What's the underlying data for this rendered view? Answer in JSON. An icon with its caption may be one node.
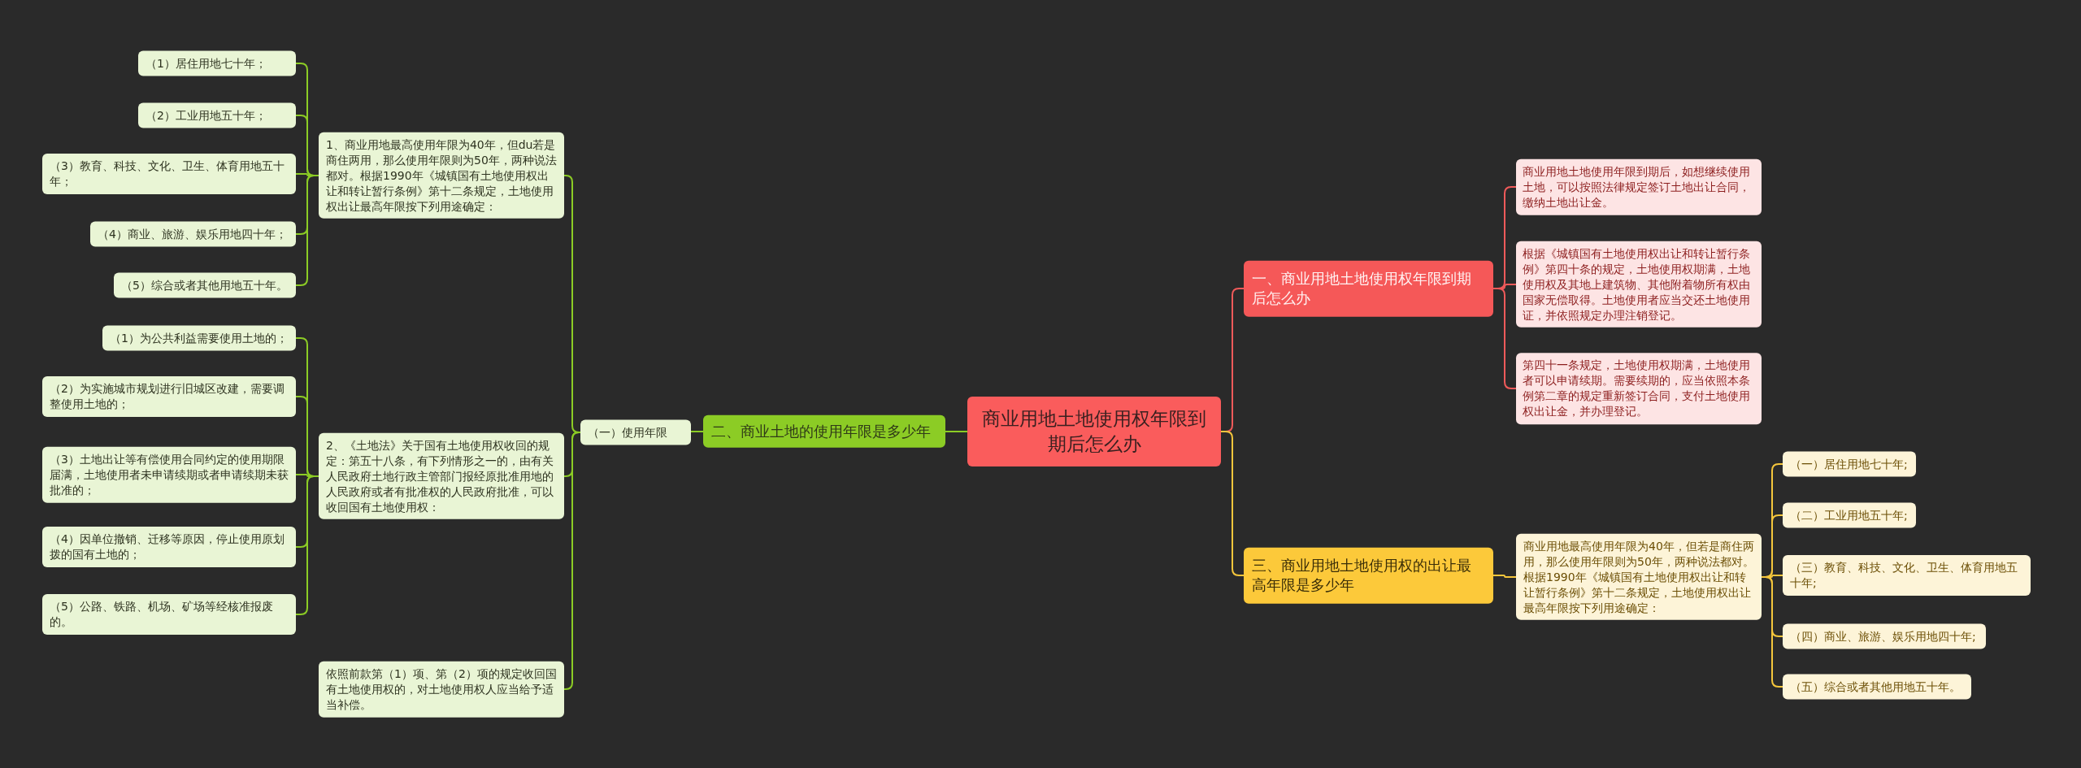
{
  "diagram": {
    "nodes": [
      {
        "text": [
          "商业用地土地使用权年限到期后怎么办"
        ]
      },
      {
        "text": [
          "一、商业用地土地使用权年限到期后怎么办"
        ]
      },
      {
        "text": [
          "商业用地土地使用年限到期后，如想继续使用土地，可以按照法律规定签订土地出让合同，缴纳土地出让金。"
        ]
      },
      {
        "text": [
          "根据《城镇国有土地使用权出让和转让暂行条例》第四十条的规定，土地使用权期满，土地使用权及其地上建筑物、其他附着物所有权由国家无偿取得。土地使用者应当交还土地使用证，并依照规定办理注销登记。"
        ]
      },
      {
        "text": [
          "第四十一条规定，土地使用权期满，土地使用者可以申请续期。需要续期的，应当依照本条例第二章的规定重新签订合同，支付土地使用权出让金，并办理登记。"
        ]
      },
      {
        "text": [
          "二、商业土地的使用年限是多少年"
        ]
      },
      {
        "text": [
          "（一）使用年限"
        ]
      },
      {
        "text": [
          "1、商业用地最高使用年限为40年，但du若是商住两用，那么使用年限则为50年，两种说法都对。根据1990年《城镇国有土地使用权出让和转让暂行条例》第十二条规定，土地使用权出让最高年限按下列用途确定："
        ]
      },
      {
        "text": [
          "（1）居住用地七十年；"
        ]
      },
      {
        "text": [
          "（2）工业用地五十年；"
        ]
      },
      {
        "text": [
          "（3）教育、科技、文化、卫生、体育用地五十年；"
        ]
      },
      {
        "text": [
          "（4）商业、旅游、娱乐用地四十年；"
        ]
      },
      {
        "text": [
          "（5）综合或者其他用地五十年。"
        ]
      },
      {
        "text": [
          "2、《土地法》关于国有土地使用权收回的规定：第五十八条，有下列情形之一的，由有关人民政府土地行政主管部门报经原批准用地的人民政府或者有批准权的人民政府批准，可以收回国有土地使用权："
        ]
      },
      {
        "text": [
          "（1）为公共利益需要使用土地的；"
        ]
      },
      {
        "text": [
          "（2）为实施城市规划进行旧城区改建，需要调整使用土地的；"
        ]
      },
      {
        "text": [
          "（3）土地出让等有偿使用合同约定的使用期限届满，土地使用者未申请续期或者申请续期未获批准的；"
        ]
      },
      {
        "text": [
          "（4）因单位撤销、迁移等原因，停止使用原划拨的国有土地的；"
        ]
      },
      {
        "text": [
          "（5）公路、铁路、机场、矿场等经核准报废的。"
        ]
      },
      {
        "text": [
          "依照前款第（1）项、第（2）项的规定收回国有土地使用权的，对土地使用权人应当给予适当补偿。"
        ]
      },
      {
        "text": [
          "三、商业用地土地使用权的出让最高年限是多少年"
        ]
      },
      {
        "text": [
          "商业用地最高使用年限为40年，但若是商住两用，那么使用年限则为50年，两种说法都对。根据1990年《城镇国有土地使用权出让和转让暂行条例》第十二条规定，土地使用权出让最高年限按下列用途确定："
        ]
      },
      {
        "text": [
          "（一）居住用地七十年;"
        ]
      },
      {
        "text": [
          "（二）工业用地五十年;"
        ]
      },
      {
        "text": [
          "（三）教育、科技、文化、卫生、体育用地五十年;"
        ]
      },
      {
        "text": [
          "（四）商业、旅游、娱乐用地四十年;"
        ]
      },
      {
        "text": [
          "（五）综合或者其他用地五十年。"
        ]
      }
    ],
    "edges": [
      {
        "from": 0,
        "to": 1,
        "arrow": "none",
        "color": "#f05a5a"
      },
      {
        "from": 1,
        "to": 2,
        "arrow": "none",
        "color": "#f05a5a"
      },
      {
        "from": 1,
        "to": 3,
        "arrow": "none",
        "color": "#f05a5a"
      },
      {
        "from": 1,
        "to": 4,
        "arrow": "none",
        "color": "#f05a5a"
      },
      {
        "from": 0,
        "to": 5,
        "arrow": "none"
      },
      {
        "from": 5,
        "to": 6,
        "arrow": "none"
      },
      {
        "from": 6,
        "to": 7,
        "arrow": "none"
      },
      {
        "from": 7,
        "to": 8,
        "arrow": "none"
      },
      {
        "from": 7,
        "to": 9,
        "arrow": "none"
      },
      {
        "from": 7,
        "to": 10,
        "arrow": "none"
      },
      {
        "from": 7,
        "to": 11,
        "arrow": "none"
      },
      {
        "from": 7,
        "to": 12,
        "arrow": "none"
      },
      {
        "from": 6,
        "to": 13,
        "arrow": "none"
      },
      {
        "from": 13,
        "to": 14,
        "arrow": "none"
      },
      {
        "from": 13,
        "to": 15,
        "arrow": "none"
      },
      {
        "from": 13,
        "to": 16,
        "arrow": "none"
      },
      {
        "from": 13,
        "to": 17,
        "arrow": "none"
      },
      {
        "from": 13,
        "to": 18,
        "arrow": "none"
      },
      {
        "from": 6,
        "to": 19,
        "arrow": "none"
      },
      {
        "from": 0,
        "to": 20,
        "arrow": "none",
        "color": "#f5c63c"
      },
      {
        "from": 20,
        "to": 21,
        "arrow": "none",
        "color": "#f5c63c"
      },
      {
        "from": 21,
        "to": 22,
        "arrow": "none",
        "color": "#f5c63c"
      },
      {
        "from": 21,
        "to": 23,
        "arrow": "none",
        "color": "#f5c63c"
      },
      {
        "from": 21,
        "to": 24,
        "arrow": "none",
        "color": "#f5c63c"
      },
      {
        "from": 21,
        "to": 25,
        "arrow": "none",
        "color": "#f5c63c"
      },
      {
        "from": 21,
        "to": 26,
        "arrow": "none",
        "color": "#f5c63c"
      }
    ]
  }
}
